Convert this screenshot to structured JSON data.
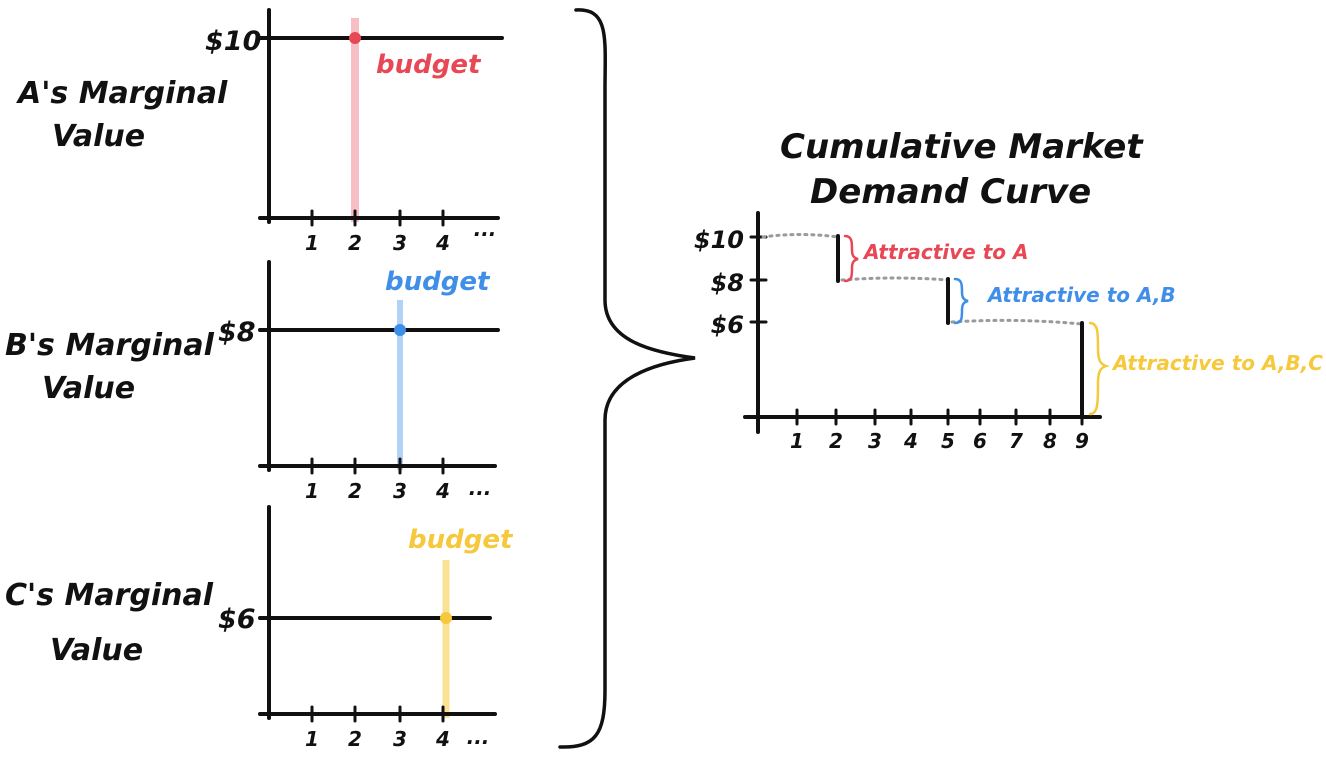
{
  "colors": {
    "ink": "#111111",
    "a": "#e84855",
    "b": "#3f8ee8",
    "c": "#f5c93b",
    "guide": "#9a9a9a"
  },
  "panels": [
    {
      "id": "a",
      "title_line1": "A's Marginal",
      "title_line2": "Value",
      "price_label": "$10",
      "price": 10,
      "budget_label": "budget",
      "budget_quantity": 2,
      "x_ticks": [
        "1",
        "2",
        "3",
        "4",
        "..."
      ]
    },
    {
      "id": "b",
      "title_line1": "B's Marginal",
      "title_line2": "Value",
      "price_label": "$8",
      "price": 8,
      "budget_label": "budget",
      "budget_quantity": 3,
      "x_ticks": [
        "1",
        "2",
        "3",
        "4",
        "..."
      ]
    },
    {
      "id": "c",
      "title_line1": "C's Marginal",
      "title_line2": "Value",
      "price_label": "$6",
      "price": 6,
      "budget_label": "budget",
      "budget_quantity": 4,
      "x_ticks": [
        "1",
        "2",
        "3",
        "4",
        "..."
      ]
    }
  ],
  "cumulative": {
    "title_line1": "Cumulative Market",
    "title_line2": "Demand Curve",
    "y_labels": [
      "$10",
      "$8",
      "$6"
    ],
    "x_ticks": [
      "1",
      "2",
      "3",
      "4",
      "5",
      "6",
      "7",
      "8",
      "9"
    ],
    "steps": [
      {
        "price": 10,
        "quantity": 2,
        "label": "Attractive to A"
      },
      {
        "price": 8,
        "quantity": 5,
        "label": "Attractive to A,B"
      },
      {
        "price": 6,
        "quantity": 9,
        "label": "Attractive to A,B,C"
      }
    ]
  }
}
